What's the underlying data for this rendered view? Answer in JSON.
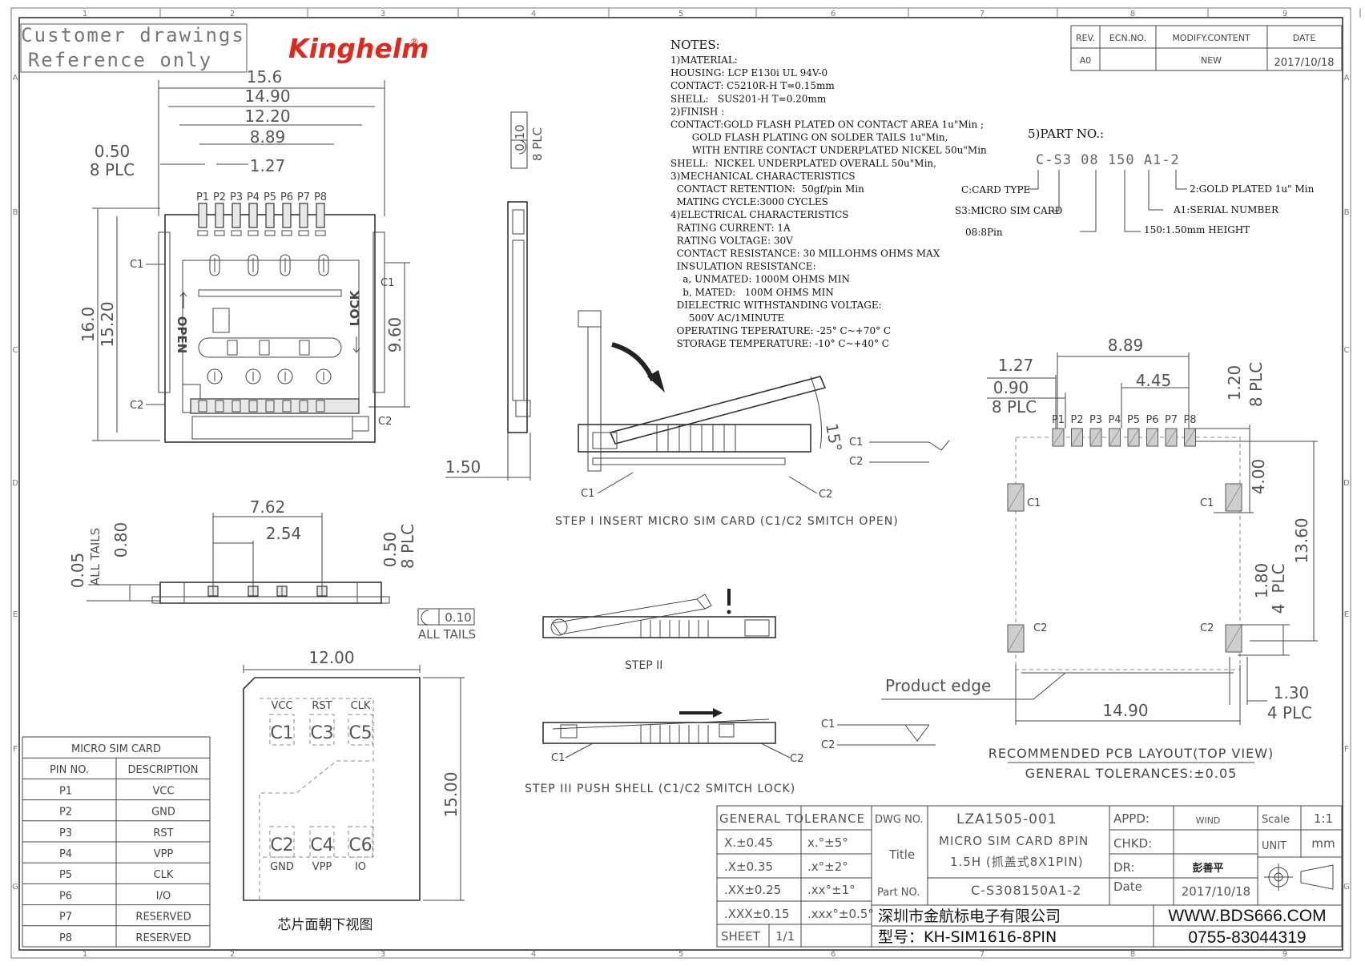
{
  "stamp": {
    "line1": "Customer drawings",
    "line2": "Reference only"
  },
  "brand": {
    "name": "Kinghelm",
    "mark": "®",
    "color": "#e0291d"
  },
  "revision": {
    "headers": [
      "REV.",
      "ECN.NO.",
      "MODIFY.CONTENT",
      "DATE"
    ],
    "rows": [
      [
        "A0",
        "",
        "NEW",
        "2017/10/18"
      ]
    ]
  },
  "notes": {
    "title": "NOTES:",
    "lines": [
      "1)MATERIAL:",
      "HOUSING: LCP E130i UL 94V-0",
      "CONTACT: C5210R-H T=0.15mm",
      "SHELL:   SUS201-H T=0.20mm",
      "2)FINISH :",
      "CONTACT:GOLD FLASH PLATED ON CONTACT AREA 1u\"Min ;",
      "       GOLD FLASH PLATING ON SOLDER TAILS 1u\"Min,",
      "       WITH ENTIRE CONTACT UNDERPLATED NICKEL 50u\"Min",
      "SHELL:  NICKEL UNDERPLATED OVERALL 50u\"Min,",
      "3)MECHANICAL CHARACTERISTICS",
      "  CONTACT RETENTION:  50gf/pin Min",
      "  MATING CYCLE:3000 CYCLES",
      "4)ELECTRICAL CHARACTERISTICS",
      "  RATING CURRENT: 1A",
      "  RATING VOLTAGE: 30V",
      "  CONTACT RESISTANCE: 30 MILLOHMS OHMS MAX",
      "  INSULATION RESISTANCE:",
      "    a, UNMATED: 1000M OHMS MIN",
      "    b, MATED:   100M OHMS MIN",
      "  DIELECTRIC WITHSTANDING VOLTAGE:",
      "      500V AC/1MINUTE",
      "  OPERATING TEPERATURE: -25° C~+70° C",
      "  STORAGE TEMPERATURE: -10° C~+40° C"
    ]
  },
  "part_no": {
    "title": "5)PART NO.:",
    "code": "C-S3 08 150 A1-2",
    "legend": [
      "C:CARD TYPE",
      "S3:MICRO SIM CARD",
      "08:8Pin",
      "150:1.50mm HEIGHT",
      "A1:SERIAL NUMBER",
      "2:GOLD PLATED 1u\" Min"
    ]
  },
  "top_view": {
    "dims": [
      "15.6",
      "14.90",
      "12.20",
      "8.89",
      "0.50",
      "8 PLC",
      "1.27",
      "16.0",
      "15.20",
      "9.60"
    ],
    "pins": [
      "P1",
      "P2",
      "P3",
      "P4",
      "P5",
      "P6",
      "P7",
      "P8"
    ],
    "switch": [
      "C1",
      "C1",
      "C2",
      "C2"
    ],
    "open": "OPEN",
    "lock": "LOCK"
  },
  "side_view": {
    "dims": [
      "0.10",
      "8 PLC",
      "1.50"
    ]
  },
  "front_view": {
    "dims": [
      "7.62",
      "2.54",
      "0.05",
      "ALL TAILS",
      "0.80",
      "0.50",
      "8 PLC",
      "0.10",
      "ALL TAILS"
    ]
  },
  "steps": {
    "step1": "STEP I INSERT MICRO SIM CARD (C1/C2 SMITCH OPEN)",
    "step2": "STEP II",
    "step3": "STEP III PUSH SHELL (C1/C2 SMITCH LOCK)",
    "angle": "15°",
    "labels": [
      "C1",
      "C2"
    ]
  },
  "pcb": {
    "dims": [
      "8.89",
      "1.27",
      "0.90",
      "8 PLC",
      "4.45",
      "1.20",
      "8 PLC",
      "4.00",
      "13.60",
      "1.80",
      "PLC",
      "4",
      "1.30",
      "4 PLC",
      "14.90"
    ],
    "pins": [
      "P1",
      "P2",
      "P3",
      "P4",
      "P5",
      "P6",
      "P7",
      "P8"
    ],
    "pads": [
      "C1",
      "C1",
      "C2",
      "C2"
    ],
    "edge": "Product edge",
    "title": "RECOMMENDED PCB LAYOUT(TOP VIEW)",
    "tolerance": "GENERAL TOLERANCES:±0.05"
  },
  "card": {
    "width": "12.00",
    "height": "15.00",
    "top_labels": [
      "VCC",
      "RST",
      "CLK"
    ],
    "top_contacts": [
      "C1",
      "C3",
      "C5"
    ],
    "bottom_contacts": [
      "C2",
      "C4",
      "C6"
    ],
    "bottom_labels": [
      "GND",
      "VPP",
      "IO"
    ],
    "caption": "芯片面朝下视图"
  },
  "pin_table": {
    "title": "MICRO SIM CARD",
    "headers": [
      "PIN NO.",
      "DESCRIPTION"
    ],
    "rows": [
      [
        "P1",
        "VCC"
      ],
      [
        "P2",
        "GND"
      ],
      [
        "P3",
        "RST"
      ],
      [
        "P4",
        "VPP"
      ],
      [
        "P5",
        "CLK"
      ],
      [
        "P6",
        "I/O"
      ],
      [
        "P7",
        "RESERVED"
      ],
      [
        "P8",
        "RESERVED"
      ]
    ]
  },
  "title_block": {
    "general_tolerance": "GENERAL TOLERANCE",
    "tol_rows": [
      [
        "X.±0.45",
        "x.°±5°"
      ],
      [
        ".X±0.35",
        ".x°±2°"
      ],
      [
        ".XX±0.25",
        ".xx°±1°"
      ],
      [
        ".XXX±0.15",
        ".xxx°±0.5°"
      ]
    ],
    "sheet_label": "SHEET",
    "sheet": "1/1",
    "dwg_no_label": "DWG NO.",
    "dwg_no": "LZA1505-001",
    "title_label": "Title",
    "title_line1": "MICRO SIM CARD 8PIN",
    "title_line2": "1.5H (抓盖式8X1PIN)",
    "part_no_label": "Part NO.",
    "part_no": "C-S308150A1-2",
    "appd_label": "APPD:",
    "appd": "WIND",
    "chkd_label": "CHKD:",
    "chkd": "",
    "dr_label": "DR:",
    "dr": "彭善平",
    "date_label": "Date",
    "date": "2017/10/18",
    "scale_label": "Scale",
    "scale": "1:1",
    "unit_label": "UNIT",
    "unit": "mm",
    "company": "深圳市金航标电子有限公司",
    "model": "型号：KH-SIM1616-8PIN",
    "website": "WWW.BDS666.COM",
    "phone": "0755-83044319"
  },
  "zones": {
    "cols": [
      "1",
      "2",
      "3",
      "4",
      "5",
      "6",
      "7",
      "8",
      "9"
    ],
    "rows": [
      "A",
      "B",
      "C",
      "D",
      "E",
      "F",
      "G"
    ]
  }
}
